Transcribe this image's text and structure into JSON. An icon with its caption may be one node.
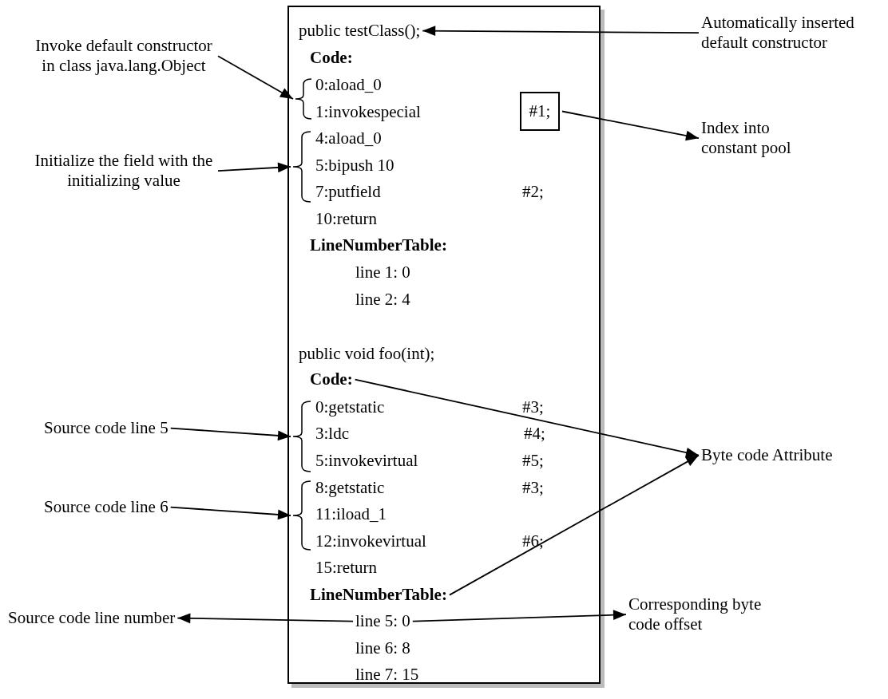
{
  "diagram": {
    "nodes": [
      {
        "text": [],
        "shape": "box"
      },
      {
        "text": [
          "public testClass();"
        ],
        "in": 0
      },
      {
        "text": [
          "Code:"
        ],
        "in": 0
      },
      {
        "text": [
          "0:aload_0"
        ],
        "in": 0
      },
      {
        "text": [
          "1:invokespecial"
        ],
        "in": 0
      },
      {
        "text": [
          "#1;"
        ],
        "in": 0
      },
      {
        "text": [
          "4:aload_0"
        ],
        "in": 0
      },
      {
        "text": [
          "5:bipush 10"
        ],
        "in": 0
      },
      {
        "text": [
          "7:putfield"
        ],
        "in": 0
      },
      {
        "text": [
          "#2;"
        ],
        "in": 0
      },
      {
        "text": [
          "10:return"
        ],
        "in": 0
      },
      {
        "text": [
          "LineNumberTable:"
        ],
        "in": 0
      },
      {
        "text": [
          "line 1: 0"
        ],
        "in": 0
      },
      {
        "text": [
          "line 2: 4"
        ],
        "in": 0
      },
      {
        "text": [
          "public void foo(int);"
        ],
        "in": 0
      },
      {
        "text": [
          "Code:"
        ],
        "in": 0
      },
      {
        "text": [
          "0:getstatic"
        ],
        "in": 0
      },
      {
        "text": [
          "#3;"
        ],
        "in": 0
      },
      {
        "text": [
          "3:ldc"
        ],
        "in": 0
      },
      {
        "text": [
          "#4;"
        ],
        "in": 0
      },
      {
        "text": [
          "5:invokevirtual"
        ],
        "in": 0
      },
      {
        "text": [
          "#5;"
        ],
        "in": 0
      },
      {
        "text": [
          "8:getstatic"
        ],
        "in": 0
      },
      {
        "text": [
          "#3;"
        ],
        "in": 0
      },
      {
        "text": [
          "11:iload_1"
        ],
        "in": 0
      },
      {
        "text": [
          "12:invokevirtual"
        ],
        "in": 0
      },
      {
        "text": [
          "#6;"
        ],
        "in": 0
      },
      {
        "text": [
          "15:return"
        ],
        "in": 0
      },
      {
        "text": [
          "LineNumberTable:"
        ],
        "in": 0
      },
      {
        "text": [
          "line 5: 0"
        ],
        "in": 0
      },
      {
        "text": [
          "line 6: 8"
        ],
        "in": 0
      },
      {
        "text": [
          "line 7: 15"
        ],
        "in": 0
      },
      {
        "text": [],
        "shape": "brace",
        "in": 0
      },
      {
        "text": [],
        "shape": "brace",
        "in": 0
      },
      {
        "text": [],
        "shape": "brace",
        "in": 0
      },
      {
        "text": [],
        "shape": "brace",
        "in": 0
      },
      {
        "text": [
          "Invoke default constructor in class java.lang.Object"
        ]
      },
      {
        "text": [
          "Initialize the field with the initializing value"
        ]
      },
      {
        "text": [
          "Source code line 5"
        ]
      },
      {
        "text": [
          "Source code line 6"
        ]
      },
      {
        "text": [
          "Source code line number"
        ]
      },
      {
        "text": [
          "Automatically inserted default constructor"
        ]
      },
      {
        "text": [
          "Index into constant pool"
        ]
      },
      {
        "text": [
          "Byte code Attribute"
        ]
      },
      {
        "text": [
          "Corresponding byte code offset"
        ]
      }
    ],
    "edges": [
      {
        "from": 36,
        "to": 32,
        "arrow": "to"
      },
      {
        "from": 37,
        "to": 33,
        "arrow": "to"
      },
      {
        "from": 38,
        "to": 34,
        "arrow": "to"
      },
      {
        "from": 39,
        "to": 35,
        "arrow": "to"
      },
      {
        "from": 29,
        "to": 40,
        "arrow": "to"
      },
      {
        "from": 41,
        "to": 1,
        "arrow": "to"
      },
      {
        "from": 5,
        "to": 42,
        "arrow": "to"
      },
      {
        "from": 15,
        "to": 43,
        "arrow": "to"
      },
      {
        "from": 28,
        "to": 43,
        "arrow": "to"
      },
      {
        "from": 29,
        "to": 44,
        "arrow": "to"
      }
    ]
  }
}
